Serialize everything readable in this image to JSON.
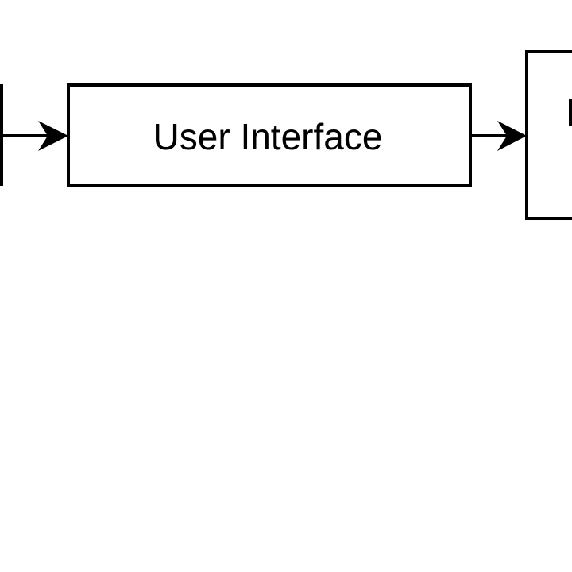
{
  "diagram": {
    "nodes": [
      {
        "id": "user-interface",
        "label": "User Interface"
      }
    ],
    "edges": [
      {
        "from": "left-edge",
        "to": "user-interface"
      },
      {
        "from": "user-interface",
        "to": "right-node"
      }
    ],
    "colors": {
      "stroke": "#000000",
      "background": "#ffffff"
    }
  }
}
